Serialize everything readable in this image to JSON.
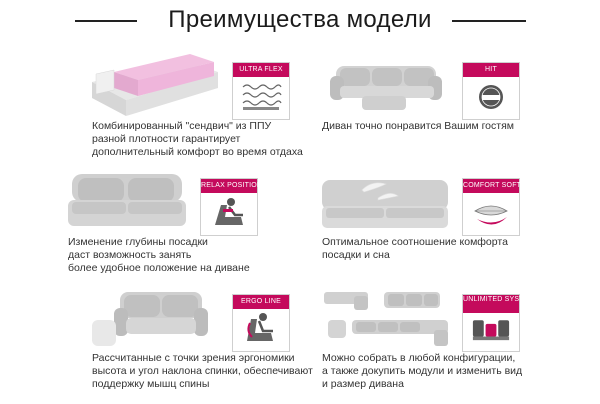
{
  "header": {
    "title": "Преимущества модели"
  },
  "features": [
    {
      "badge": "ULTRA FLEX",
      "badge_icon": "spring-layers-icon",
      "photo": "foam-sandwich-photo",
      "lines": [
        "Комбинированный \"сендвич\" из ППУ",
        "разной плотности гарантирует",
        "дополнительный комфорт во время отдаха"
      ]
    },
    {
      "badge": "HIT",
      "badge_icon": "hit-seal-icon",
      "photo": "corner-sofa-photo",
      "lines": [
        "Диван точно понравится Вашим гостям"
      ]
    },
    {
      "badge": "RELAX POSITION",
      "badge_icon": "recliner-person-icon",
      "photo": "sofa-closeup-photo",
      "lines": [
        "Изменение глубины посадки",
        "даст возможность занять",
        "более удобное положение на диване"
      ]
    },
    {
      "badge": "COMFORT SOFT",
      "badge_icon": "feather-icon",
      "photo": "sofa-with-feathers-photo",
      "lines": [
        "Оптимальное соотношение комфорта",
        "посадки и сна"
      ]
    },
    {
      "badge": "ERGO LINE",
      "badge_icon": "ergonomic-seat-icon",
      "photo": "sofa-armchair-photo",
      "lines": [
        "Рассчитанные с точки зрения эргономики",
        "высота и угол наклона спинки, обеспечивают",
        "поддержку мышц спины"
      ]
    },
    {
      "badge": "UNLIMITED SYSTEM",
      "badge_icon": "modular-sofa-icon",
      "photo": "modular-configurations-photo",
      "lines": [
        "Можно собрать в любой конфигурации,",
        "а также докупить модули и изменить вид",
        "и размер дивана"
      ]
    }
  ],
  "colors": {
    "accent": "#c40a5c",
    "text": "#333333",
    "fabric": "#c9c9c9"
  }
}
